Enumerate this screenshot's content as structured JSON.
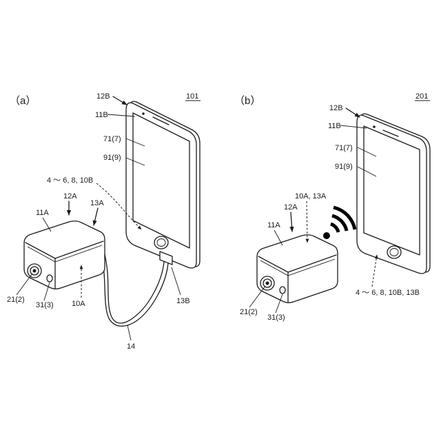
{
  "panel_a": {
    "marker": "（a）",
    "ref": "101",
    "labels": {
      "phone_12b": "12B",
      "phone_11b": "11B",
      "display_71": "71(7)",
      "display_91": "91(9)",
      "group": "4 ～ 6, 8, 10B",
      "box_12a": "12A",
      "box_13a": "13A",
      "box_11a": "11A",
      "box_21": "21(2)",
      "box_31": "31(3)",
      "box_10a": "10A",
      "connector_13b": "13B",
      "cable_14": "14"
    }
  },
  "panel_b": {
    "marker": "（b）",
    "ref": "201",
    "labels": {
      "phone_12b": "12B",
      "phone_11b": "11B",
      "display_71": "71(7)",
      "display_91": "91(9)",
      "box_10a13a": "10A, 13A",
      "box_12a": "12A",
      "box_11a": "11A",
      "box_21": "21(2)",
      "box_31": "31(3)",
      "group": "4 ～ 6, 8, 10B, 13B"
    }
  },
  "icons": [
    "cable-icon",
    "wireless-signal-icon",
    "smartphone-icon",
    "camera-module-icon"
  ]
}
